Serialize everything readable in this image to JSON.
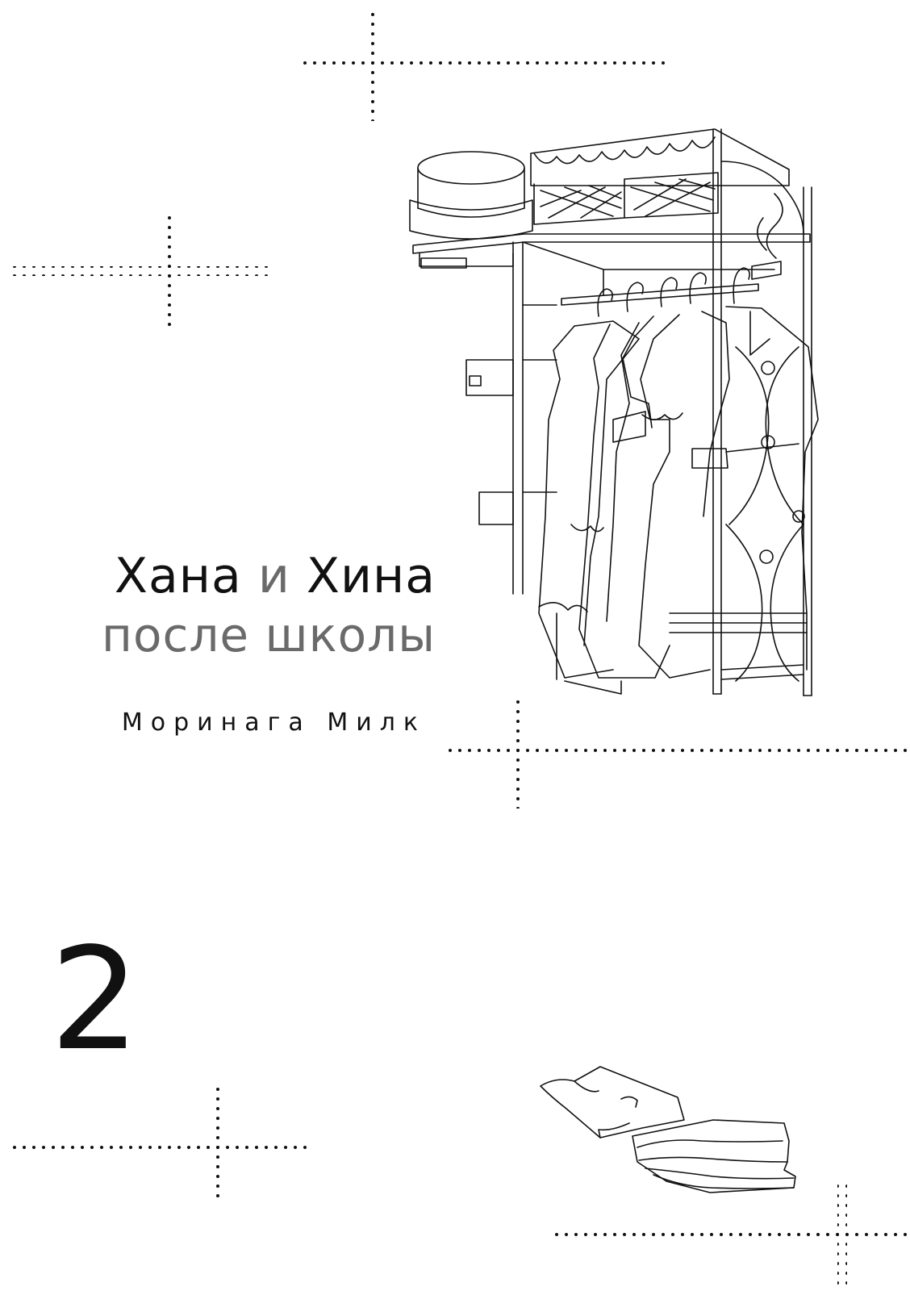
{
  "cover": {
    "title_part1": "Хана",
    "title_conj": "и",
    "title_part2": "Хина",
    "title_line2": "после школы",
    "author": "Моринага Милк",
    "volume": "2"
  },
  "colors": {
    "ink": "#111111",
    "grey_text": "#6a6a6a",
    "background": "#ffffff"
  }
}
